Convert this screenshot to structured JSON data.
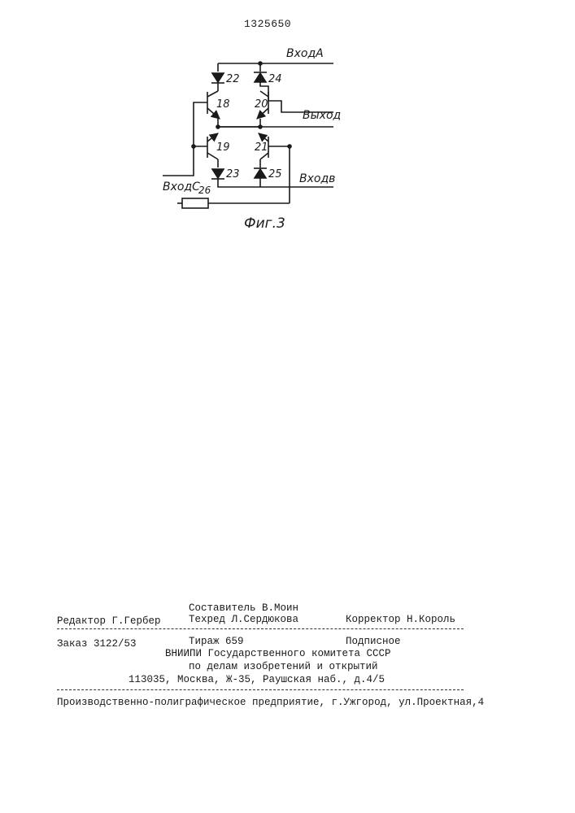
{
  "page": {
    "number": "1325650"
  },
  "figure": {
    "caption": "Фиг.3",
    "signals": {
      "input_a": "ВходА",
      "output": "Выход",
      "input_b": "Входв",
      "input_c": "ВходС"
    },
    "components": {
      "d22": "22",
      "d24": "24",
      "t18": "18",
      "t20": "20",
      "t19": "19",
      "t21": "21",
      "d23": "23",
      "d25": "25",
      "r26": "26"
    }
  },
  "colophon": {
    "compiler": "Составитель В.Моин",
    "editor": "Редактор Г.Гербер",
    "techred": "Техред Л.Сердюкова",
    "corrector": "Корректор Н.Король",
    "order": "Заказ 3122/53",
    "circulation": "Тираж 659",
    "subscription": "Подписное",
    "institute_1": "ВНИИПИ Государственного комитета СССР",
    "institute_2": "по делам изобретений и открытий",
    "address": "113035, Москва, Ж-35, Раушская наб., д.4/5",
    "printer": "Производственно-полиграфическое предприятие, г.Ужгород, ул.Проектная,4"
  }
}
